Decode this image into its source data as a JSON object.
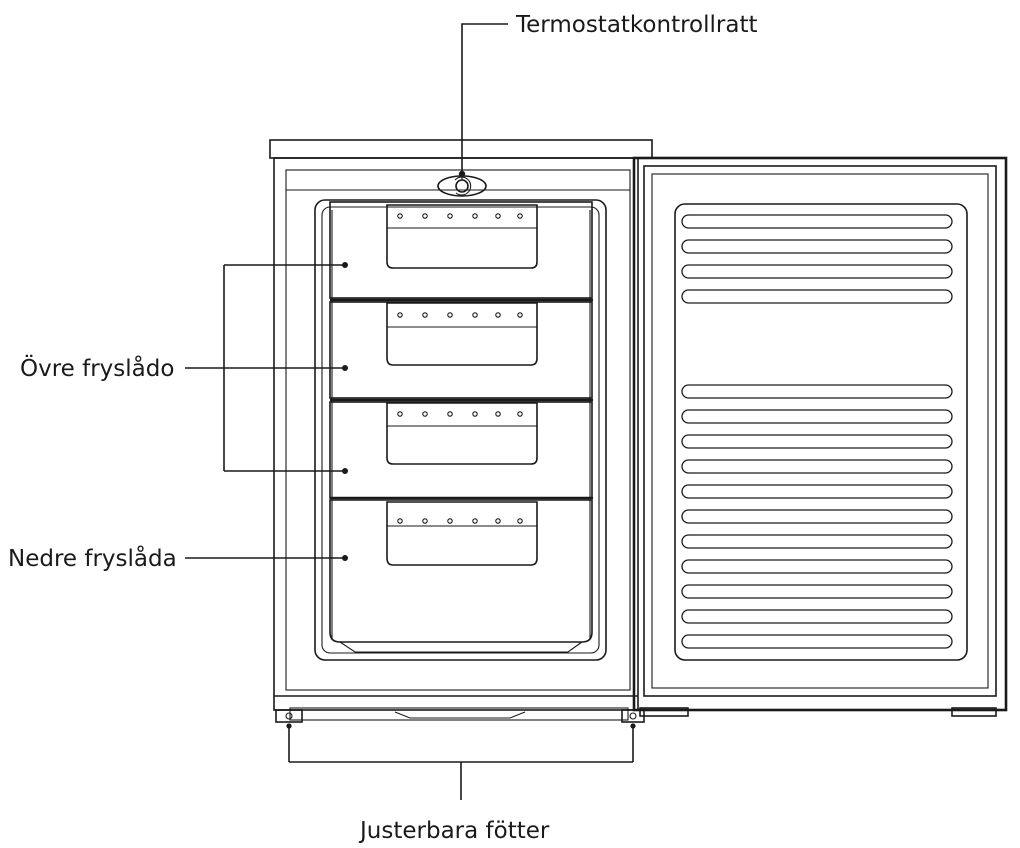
{
  "labels": {
    "thermostat": "Termostatkontrollratt",
    "upper_drawers": "Övre fryslådo",
    "lower_drawer": "Nedre fryslåda",
    "feet": "Justerbara fötter"
  },
  "colors": {
    "line": "#1a1a1a",
    "background": "#ffffff"
  },
  "icons": {
    "thermostat_knob": "thermostat-knob-icon"
  }
}
